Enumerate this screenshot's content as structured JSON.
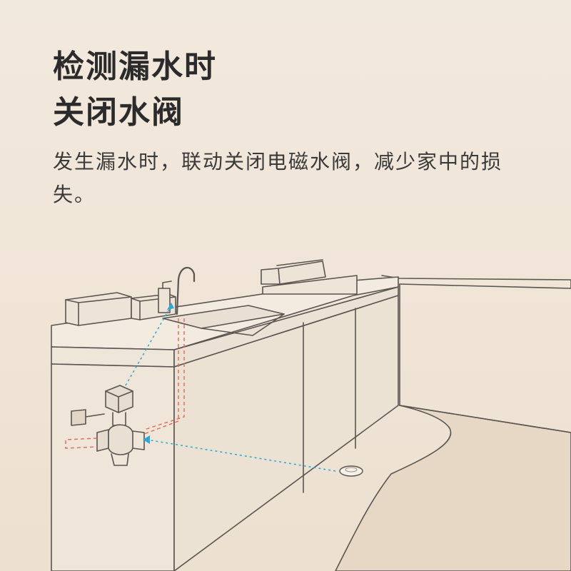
{
  "headline": {
    "line1": "检测漏水时",
    "line2": "关闭水阀"
  },
  "description": "发生漏水时，联动关闭电磁水阀，减少家中的损失。",
  "colors": {
    "background": "#f1e8dc",
    "floor": "#e6d8c5",
    "line": "#5a5550",
    "water_path": "#e06a5a",
    "signal": "#2aa8d6"
  },
  "icons": [
    "solenoid-valve-icon",
    "water-leak-sensor-icon",
    "faucet-icon",
    "soap-dispenser-icon",
    "wall-switch-icon"
  ]
}
